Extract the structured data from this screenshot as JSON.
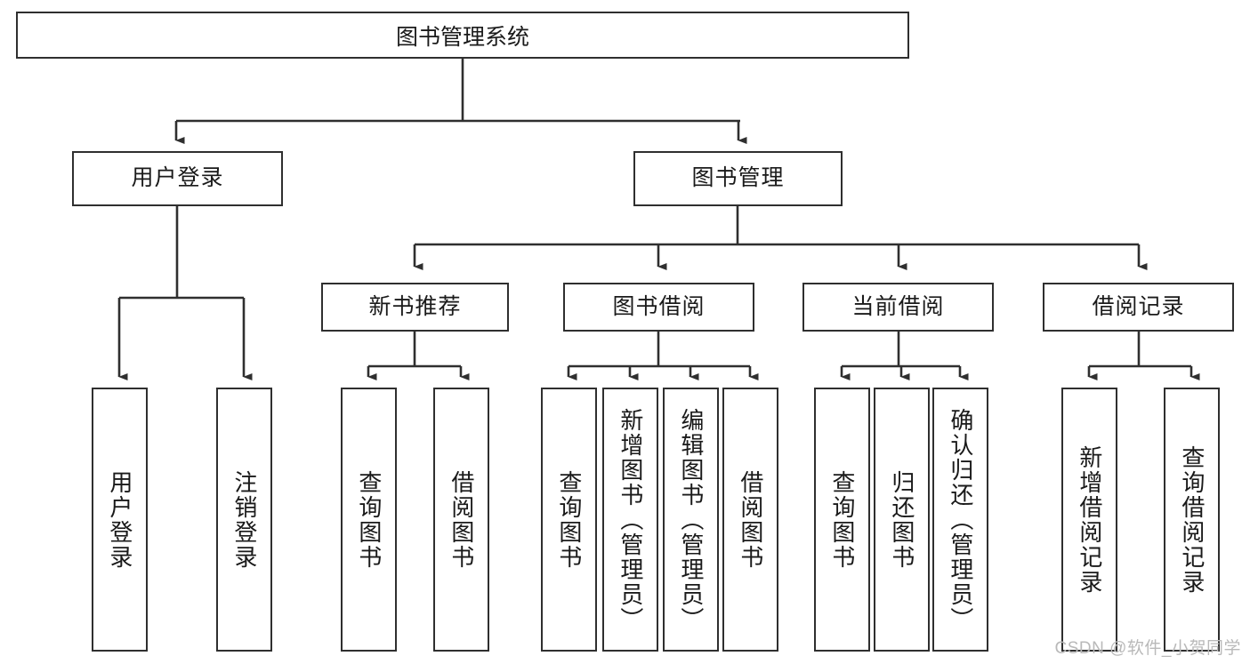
{
  "diagram": {
    "type": "tree",
    "title": "图书管理系统",
    "orientation": "top-down",
    "colors": {
      "box_border": "#2f2f2f",
      "box_fill": "#ffffff",
      "connector": "#2f2f2f",
      "background": "#ffffff",
      "watermark": "#b9b9b9"
    },
    "root": {
      "label": "图书管理系统"
    },
    "level2": [
      {
        "label": "用户登录"
      },
      {
        "label": "图书管理"
      }
    ],
    "level3": [
      {
        "label": "新书推荐"
      },
      {
        "label": "图书借阅"
      },
      {
        "label": "当前借阅"
      },
      {
        "label": "借阅记录"
      }
    ],
    "leaves": {
      "user_login": [
        {
          "label": "用户登录"
        },
        {
          "label": "注销登录"
        }
      ],
      "new_book": [
        {
          "label": "查询图书"
        },
        {
          "label": "借阅图书"
        }
      ],
      "book_borrow": [
        {
          "label": "查询图书"
        },
        {
          "label": "新增图书（管理员）"
        },
        {
          "label": "编辑图书（管理员）"
        },
        {
          "label": "借阅图书"
        }
      ],
      "current_borrow": [
        {
          "label": "查询图书"
        },
        {
          "label": "归还图书"
        },
        {
          "label": "确认归还（管理员）"
        }
      ],
      "borrow_record": [
        {
          "label": "新增借阅记录"
        },
        {
          "label": "查询借阅记录"
        }
      ]
    },
    "watermark": "CSDN @软件_小贺同学"
  }
}
